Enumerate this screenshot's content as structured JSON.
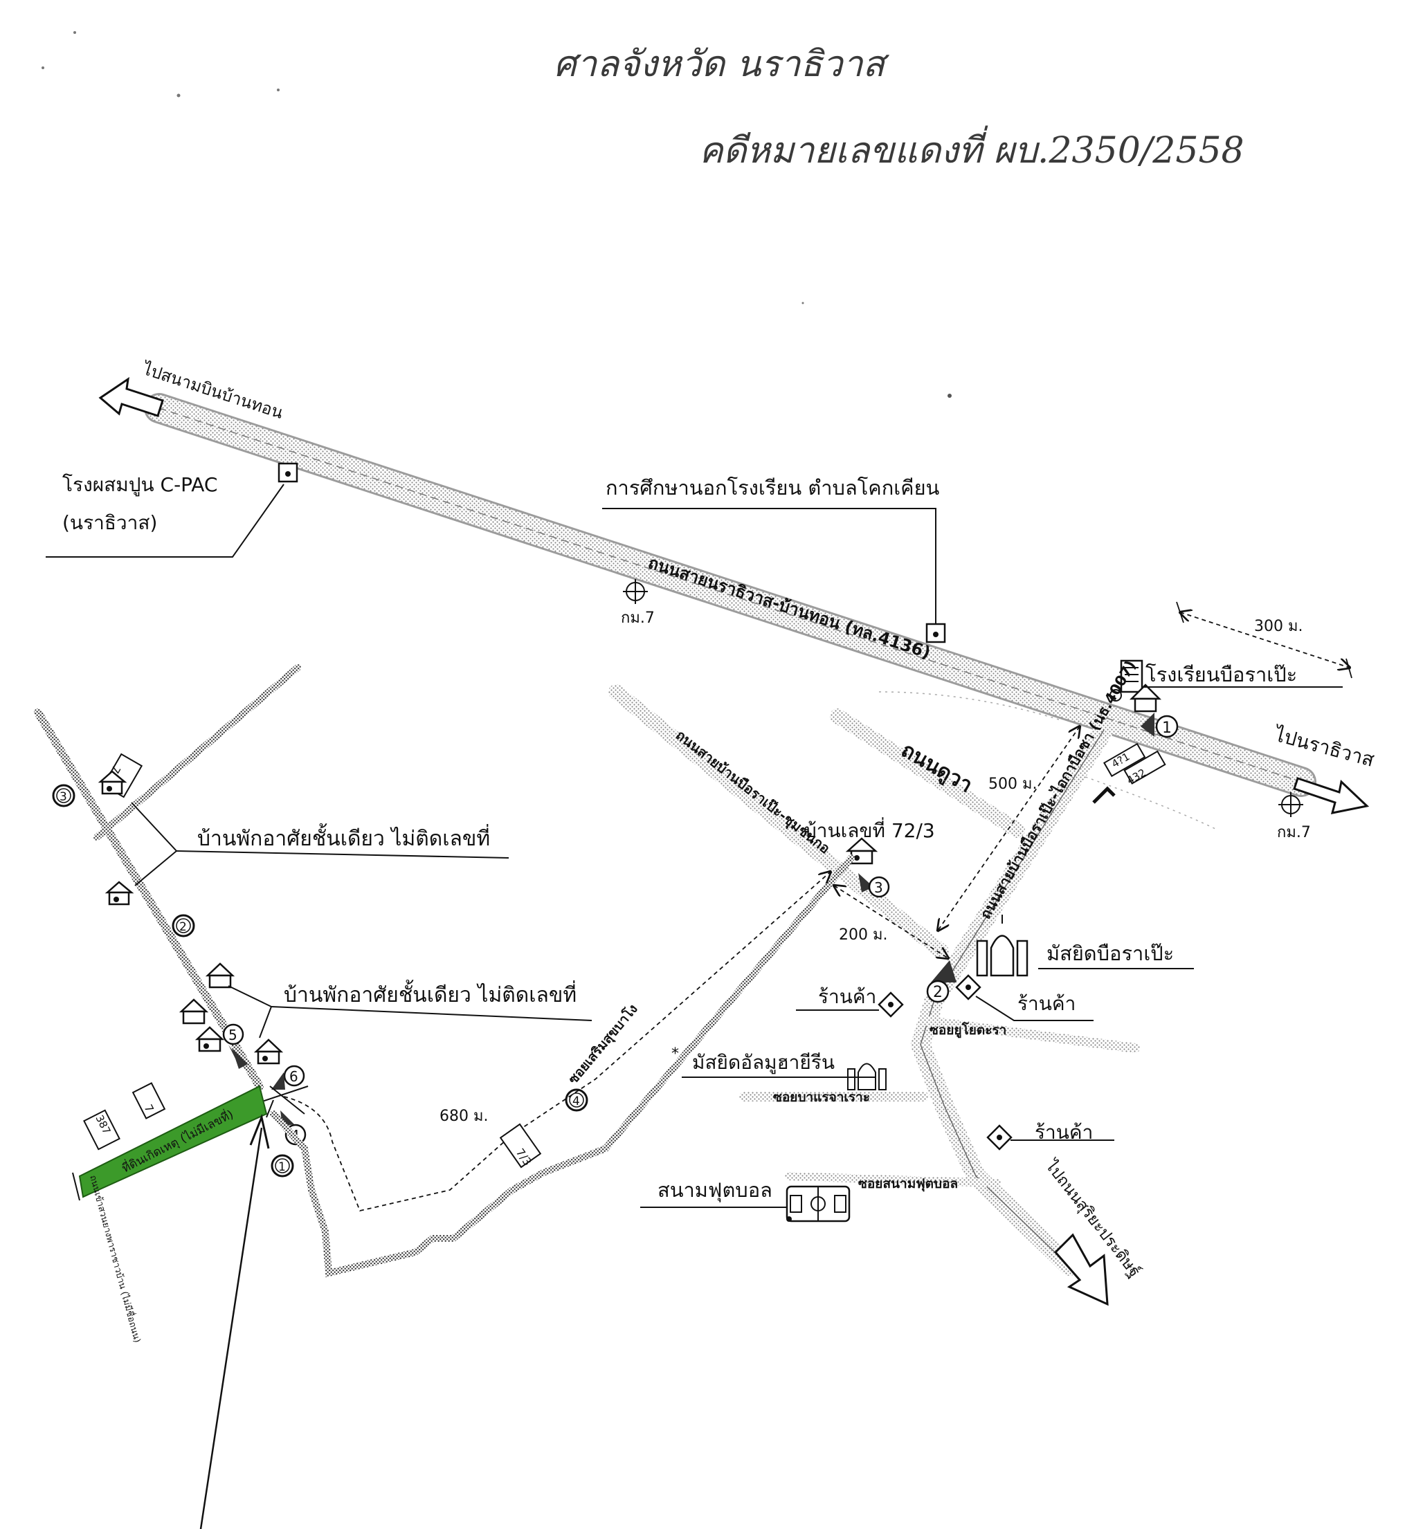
{
  "header": {
    "line1": "ศาลจังหวัด นราธิวาส",
    "line2": "คดีหมายเลขแดงที่   ผบ.2350/2558"
  },
  "labels": {
    "airport": "ไปสนามบินบ้านทอน",
    "cpac_line1": "โรงผสมปูน C-PAC",
    "cpac_line2": "(นราธิวาส)",
    "nfe": "การศึกษานอกโรงเรียน ตำบลโคกเคียน",
    "main_road": "ถนนสายนราธิวาส-บ้านทอน (ทล.4136)",
    "km7_a": "กม.7",
    "km7_b": "กม.7",
    "dist_300": "300 ม.",
    "school": "โรงเรียนบือราเป๊ะ",
    "to_narathiwat": "ไปนราธิวาส",
    "road_duwa": "ถนนดูวา",
    "dist_500": "500 ม.",
    "road_bueraapae": "ถนนสายบ้านบือราเป๊ะ-ไอกาบือซา (นธ.4007)",
    "shield_1": "4?1",
    "shield_2": "432",
    "road_to_house": "ถนนสายบ้านบือราเป๊ะ-ชุมชนกอ",
    "house_7232": "บ้านเลขที่ 72/3",
    "dist_200": "200 ม.",
    "mosque_1": "มัสยิดบือราเป๊ะ",
    "shop_1": "ร้านค้า",
    "shop_2": "ร้านค้า",
    "shop_3": "ร้านค้า",
    "soi_1": "ซอยยูโยตะรา",
    "mosque_2": "มัสยิดอัลมูฮายีรีน",
    "soi_2": "ซอยบาแรจาเราะ",
    "football": "สนามฟุตบอล",
    "soi_football": "ซอยสนามฟุตบอล",
    "to_surat": "ไปถนนสุริยะประดิษฐ์",
    "house_left_1": "บ้านพักอาศัยชั้นเดียว ไม่ติดเลขที่",
    "house_left_2": "บ้านพักอาศัยชั้นเดียว ไม่ติดเลขที่",
    "soi_left": "ซอยเสริมสุขบาโง",
    "dist_680": "680 ม.",
    "shield_left": "727",
    "shield_mid": "7/3",
    "left_road_note": "ถนนเข้าสวนยางพาราชาวบ้าน (ไม่มีชื่อถนน)",
    "shield_bottom_left": "387",
    "shield_bottom_left2": "7",
    "green_label": "ที่ดินเกิดเหตุ (ไม่มีเลขที่)",
    "mark_c1": "1",
    "mark_c2": "2",
    "mark_c3": "3",
    "mark_c4": "4",
    "mark_t1": "1",
    "mark_t2": "2",
    "mark_t3": "3",
    "mark_t4": "4",
    "mark_t5": "5",
    "mark_t6": "6"
  },
  "colors": {
    "road_stipple": "#b0b0b0",
    "road_dark": "#555555",
    "ink": "#111111",
    "highlight_green": "#3c9a2a",
    "pen": "#3a3a3a"
  }
}
